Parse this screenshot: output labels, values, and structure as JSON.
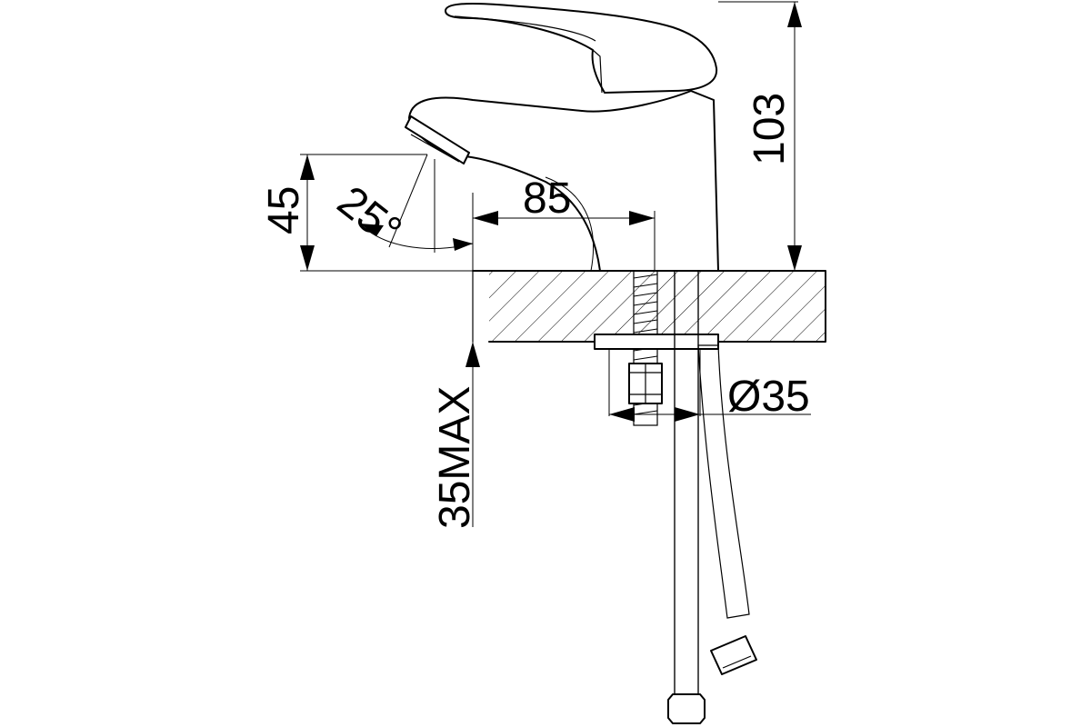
{
  "dimensions": {
    "height_total": "103",
    "spout_height": "45",
    "spout_angle": "25°",
    "spout_reach": "85",
    "mount_diameter": "Ø35",
    "max_thickness": "35MAX"
  }
}
